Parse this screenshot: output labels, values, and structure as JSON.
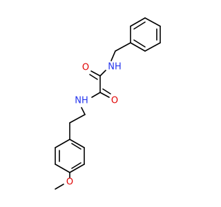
{
  "molecule": {
    "atoms": {
      "o1": "O",
      "o2": "O",
      "o3": "O",
      "n1": "NH",
      "n2": "NH"
    },
    "colors": {
      "bond": "#000000",
      "oxygen": "#e00000",
      "nitrogen": "#2233ee"
    }
  }
}
